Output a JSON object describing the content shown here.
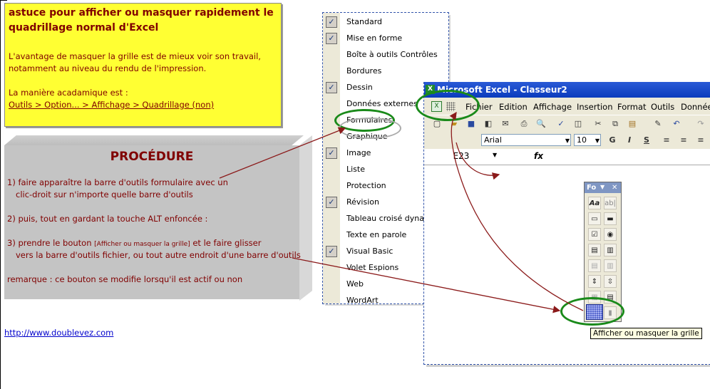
{
  "note": {
    "title": "astuce pour afficher ou masquer rapidement le quadrillage normal d'Excel",
    "line1": "L'avantage de masquer la grille est de mieux voir son travail,",
    "line2": "notamment au niveau du rendu de l'impression.",
    "line3": "La manière acadamique est :",
    "line4": "Outils > Option... > Affichage > Quadrillage (non)"
  },
  "procedure": {
    "title": "PROCÉDURE",
    "step1a": "1) faire apparaître la barre d'outils formulaire avec un",
    "step1b": "clic-droit sur n'importe quelle barre d'outils",
    "step2": "2) puis, tout en gardant la touche ALT enfoncée :",
    "step3a_pre": "3) prendre le bouton ",
    "step3a_btn": "[Afficher ou masquer la grille]",
    "step3a_post": " et le faire glisser",
    "step3b": "vers la barre d'outils fichier, ou tout autre endroit d'une barre d'outils",
    "remark": "remarque : ce bouton se modifie lorsqu'il est actif ou non"
  },
  "link": "http://www.doublevez.com",
  "menu": [
    {
      "label": "Standard",
      "checked": true
    },
    {
      "label": "Mise en forme",
      "checked": true
    },
    {
      "label": "Boîte à outils Contrôles",
      "checked": false
    },
    {
      "label": "Bordures",
      "checked": false
    },
    {
      "label": "Dessin",
      "checked": true
    },
    {
      "label": "Données externes",
      "checked": false
    },
    {
      "label": "Formulaires",
      "checked": false
    },
    {
      "label": "Graphique",
      "checked": false
    },
    {
      "label": "Image",
      "checked": true
    },
    {
      "label": "Liste",
      "checked": false
    },
    {
      "label": "Protection",
      "checked": false
    },
    {
      "label": "Révision",
      "checked": true
    },
    {
      "label": "Tableau croisé dynamique",
      "checked": false
    },
    {
      "label": "Texte en parole",
      "checked": false
    },
    {
      "label": "Visual Basic",
      "checked": true
    },
    {
      "label": "Volet Espions",
      "checked": false
    },
    {
      "label": "Web",
      "checked": false
    },
    {
      "label": "WordArt",
      "checked": false
    }
  ],
  "excel": {
    "title": "Microsoft Excel - Classeur2",
    "menus": [
      "Fichier",
      "Edition",
      "Affichage",
      "Insertion",
      "Format",
      "Outils",
      "Données"
    ],
    "font": "Arial",
    "size": "10",
    "namebox": "E23",
    "fx": "fx",
    "bold": "G",
    "italic": "I",
    "underline": "S"
  },
  "forms": {
    "title": "Fo",
    "tooltip": "Afficher ou masquer la grille"
  },
  "colors": {
    "note_bg": "#ffff33",
    "text_red": "#800000",
    "highlight_green": "#1a8a1a",
    "arrow": "#8b1a1a"
  }
}
